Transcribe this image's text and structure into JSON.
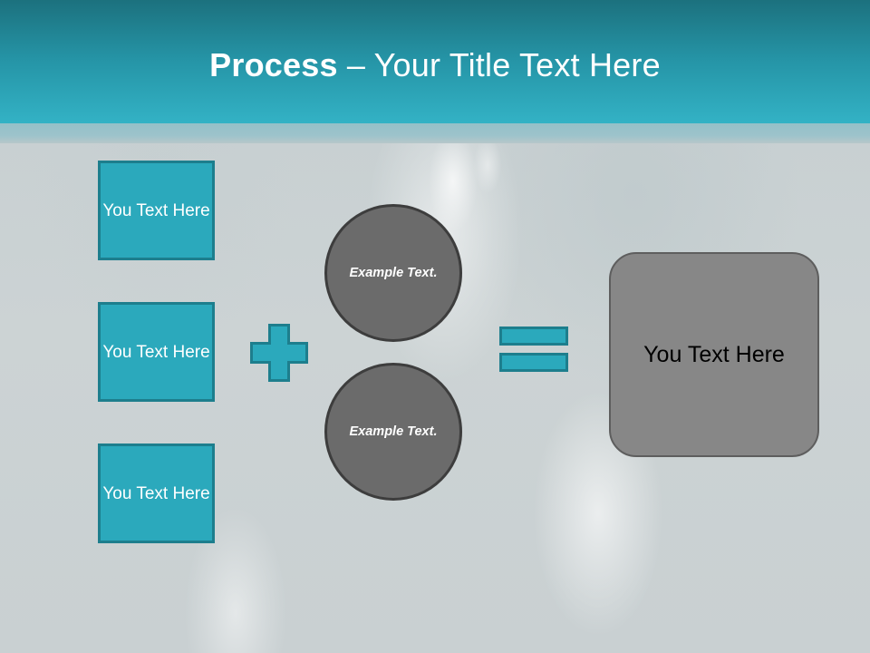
{
  "slide": {
    "title_strong": "Process",
    "title_rest": " – Your Title Text Here",
    "accent_color": "#2ba9bc",
    "accent_border_color": "#1d7e8d",
    "header_top_color": "#1c717e",
    "header_bottom_color": "#33b2c5",
    "band_color": "#9cc3cb",
    "background_color": "#ccd2d3",
    "circle_fill_color": "#6b6b6b",
    "circle_border_color": "#3d3d3d",
    "result_fill_color": "#878787",
    "result_border_color": "#5e5e5e"
  },
  "inputs": [
    {
      "label": "You Text Here"
    },
    {
      "label": "You Text Here"
    },
    {
      "label": "You Text Here"
    }
  ],
  "operators": {
    "plus": "+",
    "equals": "="
  },
  "circles": [
    {
      "label": "Example Text."
    },
    {
      "label": "Example Text."
    }
  ],
  "result": {
    "label": "You Text Here"
  }
}
